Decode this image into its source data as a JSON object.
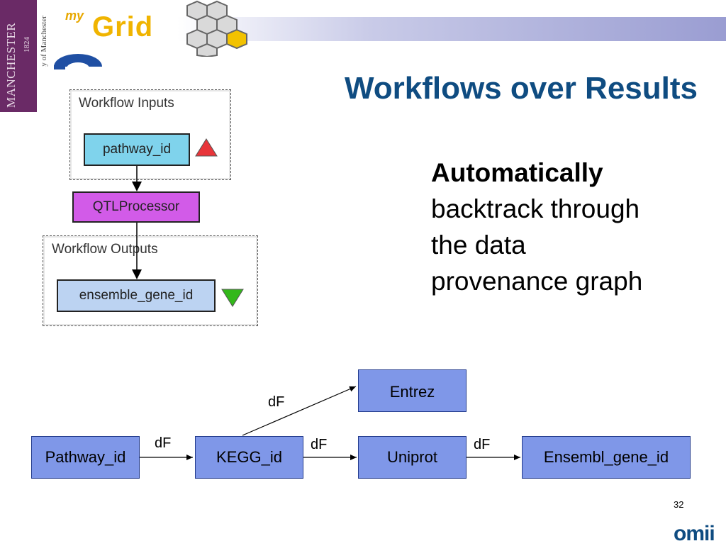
{
  "logos": {
    "manchester": "MANCHESTER",
    "manchester_year": "1824",
    "university": "sity of Manchester",
    "mygrid_my": "my",
    "mygrid_grid": "Grid",
    "omii": "omii"
  },
  "title": "Workflows over Results",
  "body": {
    "emphasis": "Automatically",
    "lines": [
      "backtrack through",
      "the data",
      "provenance graph"
    ]
  },
  "workflow": {
    "inputs_label": "Workflow Inputs",
    "input_node": "pathway_id",
    "processor": "QTLProcessor",
    "outputs_label": "Workflow Outputs",
    "output_node": "ensemble_gene_id"
  },
  "provenance": {
    "nodes": {
      "pathway": "Pathway_id",
      "kegg": "KEGG_id",
      "uniprot": "Uniprot",
      "ensembl": "Ensembl_gene_id",
      "entrez": "Entrez"
    },
    "edge_label": "dF"
  },
  "page_number": "32",
  "colors": {
    "title": "#0f4c81",
    "prov_node": "#7f97e8",
    "input_node": "#7fd3ec",
    "processor": "#d25be8",
    "output_node": "#bcd3f2",
    "up_triangle": "#e8353a",
    "down_triangle": "#33b81a"
  }
}
